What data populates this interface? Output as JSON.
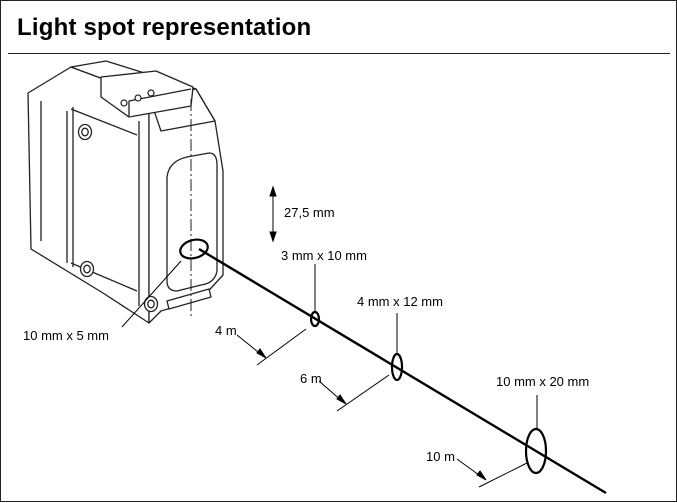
{
  "title": "Light spot representation",
  "labels": {
    "height": "27,5 mm",
    "spot_origin": "10 mm x 5 mm",
    "spot_4m": "3 mm x 10 mm",
    "spot_6m": "4 mm x 12 mm",
    "spot_10m": "10 mm x 20 mm",
    "dist_4m": "4 m",
    "dist_6m": "6 m",
    "dist_10m": "10 m"
  }
}
